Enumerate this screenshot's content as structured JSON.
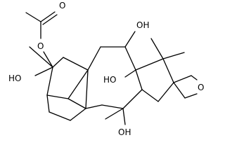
{
  "labels": {
    "o_carbonyl": "O",
    "o_ester": "O",
    "oh_left": "HO",
    "oh_top_right": "OH",
    "oh_center": "HO",
    "oh_bottom": "OH",
    "o_epoxide": "O"
  }
}
